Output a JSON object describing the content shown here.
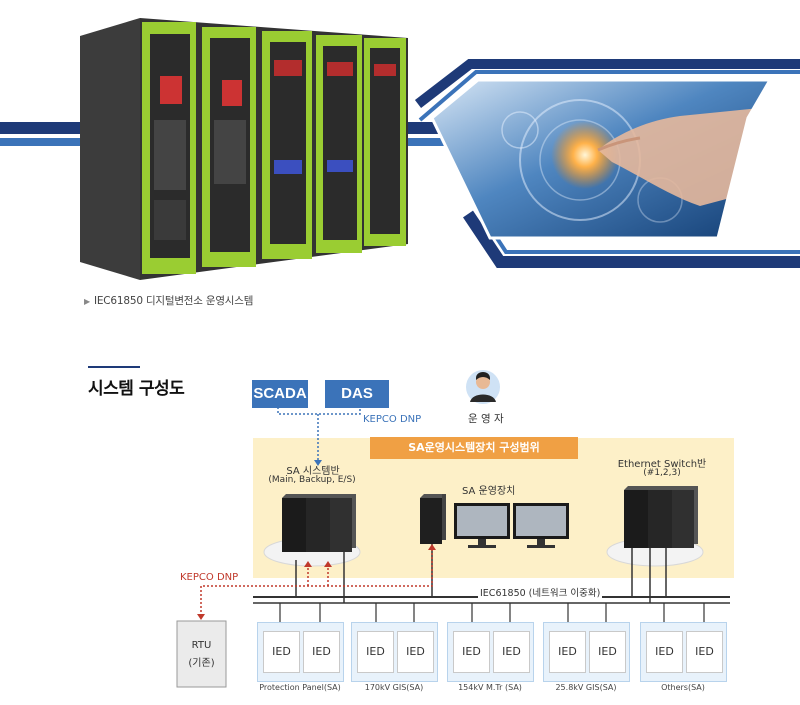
{
  "caption": {
    "text": "IEC61850 디지털변전소 운영시스템"
  },
  "section": {
    "title": "시스템 구성도"
  },
  "diagram": {
    "scada": "SCADA",
    "das": "DAS",
    "kepco_dnp_top": "KEPCO DNP",
    "operator": "운 영 자",
    "scope_banner": "SA운영시스템장치 구성범위",
    "sa_panel_title": "SA 시스템반",
    "sa_panel_sub": "(Main, Backup, E/S)",
    "sa_ops_title": "SA 운영장치",
    "eth_title": "Ethernet Switch반",
    "eth_sub": "(#1,2,3)",
    "kepco_dnp_left": "KEPCO DNP",
    "network_label": "IEC61850 (네트워크 이중화)",
    "rtu_line1": "RTU",
    "rtu_line2": "(기존)",
    "groups": [
      {
        "label": "Protection Panel(SA)",
        "ieds": [
          "IED",
          "IED"
        ]
      },
      {
        "label": "170kV GIS(SA)",
        "ieds": [
          "IED",
          "IED"
        ]
      },
      {
        "label": "154kV M.Tr (SA)",
        "ieds": [
          "IED",
          "IED"
        ]
      },
      {
        "label": "25.8kV GIS(SA)",
        "ieds": [
          "IED",
          "IED"
        ]
      },
      {
        "label": "Others(SA)",
        "ieds": [
          "IED",
          "IED"
        ]
      }
    ]
  },
  "colors": {
    "navy": "#1e3a78",
    "blue": "#3b73b9",
    "orange": "#f0a044",
    "scope_bg": "#fdf0c8",
    "red_dash": "#c0392b",
    "cabinet_green": "#9acd32"
  }
}
